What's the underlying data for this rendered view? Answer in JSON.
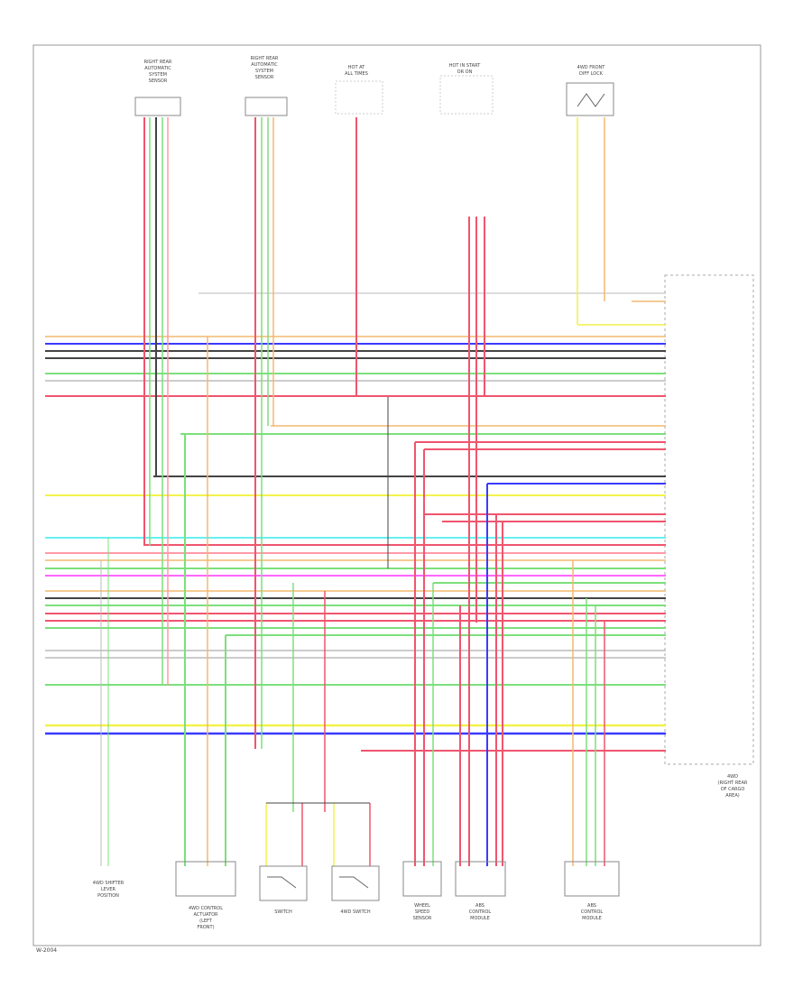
{
  "diagram": {
    "footer_code": "W-2004",
    "ecu": {
      "label_lines": [
        "4WD",
        "(RIGHT REAR",
        "OF CARGO",
        "AREA)"
      ]
    },
    "connectors_top": [
      {
        "lines": [
          "RIGHT REAR",
          "AUTOMATIC",
          "SYSTEM",
          "SENSOR"
        ]
      },
      {
        "lines": [
          "RIGHT REAR",
          "AUTOMATIC",
          "SYSTEM",
          "SENSOR"
        ]
      },
      {
        "lines": [
          "HOT AT",
          "ALL TIMES"
        ]
      },
      {
        "lines": [
          "HOT IN START",
          "OR ON"
        ]
      },
      {
        "lines": [
          "4WD FRONT",
          "DIFF LOCK"
        ]
      }
    ],
    "components_bottom": [
      {
        "lines": [
          "4WD SHIFTER",
          "LEVER",
          "POSITION"
        ]
      },
      {
        "lines": [
          "4WD CONTROL",
          "ACTUATOR",
          "(LEFT",
          "FRONT)"
        ]
      },
      {
        "lines": [
          "SWITCH"
        ]
      },
      {
        "lines": [
          "4WD SWITCH"
        ]
      },
      {
        "lines": [
          "WHEEL",
          "SPEED",
          "SENSOR"
        ]
      },
      {
        "lines": [
          "ABS",
          "CONTROL",
          "MODULE"
        ]
      },
      {
        "lines": [
          "ABS",
          "CONTROL",
          "MODULE"
        ]
      }
    ],
    "wire_colors": {
      "red": "#f0556e",
      "pink": "#ff9aa8",
      "green": "#7be07b",
      "blue": "#3a3aff",
      "dark": "#444444",
      "yellow": "#f2f24a",
      "orange": "#f4b870",
      "magenta": "#ff66ff",
      "cyan": "#66f0f0",
      "gray": "#bbbbbb"
    }
  }
}
